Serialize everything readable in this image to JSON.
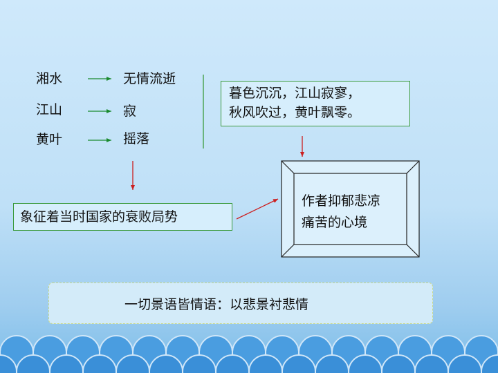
{
  "mapping": [
    {
      "image": "湘水",
      "feeling": "无情流逝"
    },
    {
      "image": "江山",
      "feeling": "寂"
    },
    {
      "image": "黄叶",
      "feeling": "摇落"
    }
  ],
  "scene_box": {
    "line1": "暮色沉沉，江山寂寥，",
    "line2": "秋风吹过，黄叶飘零。"
  },
  "symbol_box": "象征着当时国家的衰败局势",
  "center_box": {
    "line1": "作者抑郁悲凉",
    "line2": "痛苦的心境"
  },
  "conclusion": "一切景语皆情语：以悲景衬悲情",
  "colors": {
    "arrow_green": "#1a8a2e",
    "arrow_red": "#cc1f1f",
    "box_border_green": "#3a9a3a",
    "wave_blue": "#3a8fd8"
  }
}
